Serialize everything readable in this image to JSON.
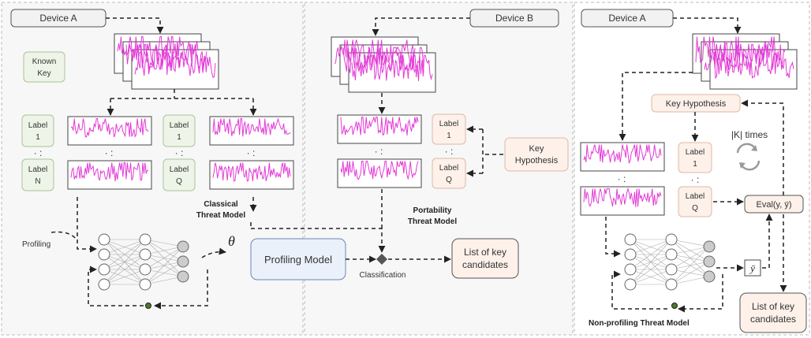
{
  "device_a": "Device A",
  "device_b": "Device B",
  "known_key": [
    "Known",
    "Key"
  ],
  "labels_left": [
    [
      "Label",
      "1"
    ],
    [
      "Label",
      "N"
    ]
  ],
  "labels_mid": [
    [
      "Label",
      "1"
    ],
    [
      "Label",
      "Q"
    ]
  ],
  "labels_b": [
    [
      "Label",
      "1"
    ],
    [
      "Label",
      "Q"
    ]
  ],
  "labels_c": [
    [
      "Label",
      "1"
    ],
    [
      "Label",
      "Q"
    ]
  ],
  "key_hypothesis_b": [
    "Key",
    "Hypothesis"
  ],
  "key_hypothesis_c": "Key Hypothesis",
  "k_times": "|K| times",
  "eval": "Eval(y, ȳ)",
  "y_bar": "ȳ",
  "classical_threat_model": [
    "Classical",
    "Threat Model"
  ],
  "portability_threat_model": [
    "Portability",
    "Threat Model"
  ],
  "non_profiling_threat_model": "Non-profiling Threat Model",
  "profiling": "Profiling",
  "profiling_model": "Profiling Model",
  "classification": "Classification",
  "list_key_candidates": [
    "List of key",
    "candidates"
  ],
  "theta": "θ",
  "dots": "·   :",
  "colors": {
    "trace": "#e23bd6",
    "label_green": "#eef5e8",
    "label_green_border": "#a9c39a",
    "label_peach": "#fdf1ea",
    "label_peach_border": "#ddb9a5",
    "model_fill": "#eaf1fb",
    "model_border": "#6b86b0",
    "device_fill": "#f2f2f2",
    "panel_fill": "#f7f7f7"
  }
}
